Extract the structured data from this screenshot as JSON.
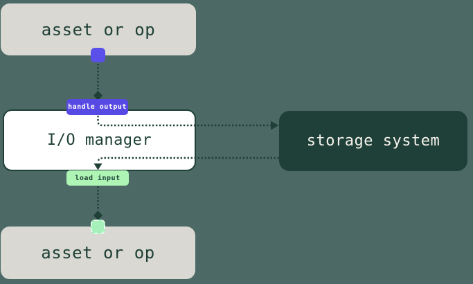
{
  "diagram": {
    "title": "io-manager-flow-diagram",
    "nodes": {
      "asset_top": {
        "label": "asset or op"
      },
      "io_manager": {
        "label": "I/O manager"
      },
      "storage_system": {
        "label": "storage system"
      },
      "asset_bottom": {
        "label": "asset or op"
      }
    },
    "badges": {
      "handle_output": {
        "label": "handle output"
      },
      "load_input": {
        "label": "load input"
      }
    },
    "connections": [
      {
        "from": "asset_top.output_port",
        "to": "io_manager.handle_output",
        "style": "dotted",
        "marker": "diamond"
      },
      {
        "from": "io_manager.handle_output",
        "to": "storage_system",
        "style": "dotted",
        "marker": "arrow-right"
      },
      {
        "from": "storage_system",
        "to": "io_manager.load_input",
        "style": "dotted",
        "marker": "arrow-down"
      },
      {
        "from": "io_manager.load_input",
        "to": "asset_bottom.input_port",
        "style": "dotted",
        "marker": "diamond"
      }
    ],
    "colors": {
      "background": "#4d6965",
      "asset_node_fill": "#d9d8d3",
      "node_text_dark": "#1e4036",
      "io_node_fill": "#ffffff",
      "io_node_border": "#1e4036",
      "storage_node_fill": "#1f4038",
      "storage_node_text": "#f4f2ec",
      "output_accent": "#5749e3",
      "output_port": "#5a4fe8",
      "input_accent": "#aef5b5",
      "input_port": "#a5f0bb",
      "connector": "#1e4036"
    }
  }
}
